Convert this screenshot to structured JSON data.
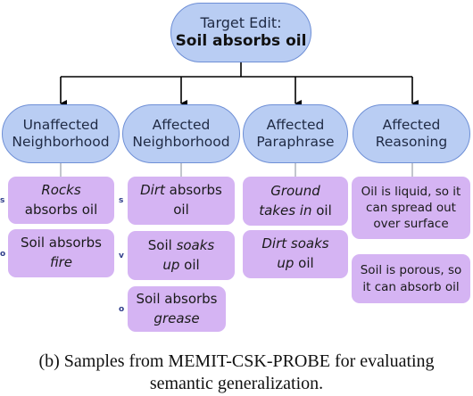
{
  "target_edit": {
    "label": "Target Edit:",
    "edit": "Soil absorbs oil"
  },
  "categories": [
    {
      "line1": "Unaffected",
      "line2": "Neighborhood",
      "samples": [
        {
          "marker": "s",
          "lines": [
            [
              {
                "t": "Rocks",
                "i": true
              }
            ],
            [
              {
                "t": "absorbs oil",
                "i": false
              }
            ]
          ]
        },
        {
          "marker": "o",
          "lines": [
            [
              {
                "t": "Soil absorbs",
                "i": false
              }
            ],
            [
              {
                "t": "fire",
                "i": true
              }
            ]
          ]
        }
      ]
    },
    {
      "line1": "Affected",
      "line2": "Neighborhood",
      "samples": [
        {
          "marker": "s",
          "lines": [
            [
              {
                "t": "Dirt",
                "i": true
              },
              {
                "t": " absorbs",
                "i": false
              }
            ],
            [
              {
                "t": "oil",
                "i": false
              }
            ]
          ]
        },
        {
          "marker": "v",
          "lines": [
            [
              {
                "t": "Soil ",
                "i": false
              },
              {
                "t": "soaks",
                "i": true
              }
            ],
            [
              {
                "t": "up",
                "i": true
              },
              {
                "t": " oil",
                "i": false
              }
            ]
          ]
        },
        {
          "marker": "o",
          "lines": [
            [
              {
                "t": "Soil absorbs",
                "i": false
              }
            ],
            [
              {
                "t": "grease",
                "i": true
              }
            ]
          ]
        }
      ]
    },
    {
      "line1": "Affected",
      "line2": "Paraphrase",
      "samples": [
        {
          "marker": "",
          "lines": [
            [
              {
                "t": "Ground",
                "i": true
              }
            ],
            [
              {
                "t": "takes in",
                "i": true
              },
              {
                "t": " oil",
                "i": false
              }
            ]
          ]
        },
        {
          "marker": "",
          "lines": [
            [
              {
                "t": "Dirt soaks",
                "i": true
              }
            ],
            [
              {
                "t": "up",
                "i": true
              },
              {
                "t": " oil",
                "i": false
              }
            ]
          ]
        }
      ]
    },
    {
      "line1": "Affected",
      "line2": "Reasoning",
      "samples": [
        {
          "marker": "",
          "lines": [
            [
              {
                "t": "Oil is liquid, so it",
                "i": false
              }
            ],
            [
              {
                "t": "can spread out",
                "i": false
              }
            ],
            [
              {
                "t": "over surface",
                "i": false
              }
            ]
          ]
        },
        {
          "marker": "",
          "lines": [
            [
              {
                "t": "Soil is porous, so",
                "i": false
              }
            ],
            [
              {
                "t": "it can absorb oil",
                "i": false
              }
            ]
          ]
        }
      ]
    }
  ],
  "caption": {
    "prefix": "(b) Samples from ",
    "dataset": "MEMIT-CSK-PROBE",
    "suffix_line1": " for evaluating",
    "line2": "semantic generalization."
  },
  "colors": {
    "blue_fill": "#b9cdf3",
    "blue_border": "#6e8fd6",
    "purple_fill": "#d5b4f3",
    "marker_color": "#2e3c8a"
  }
}
